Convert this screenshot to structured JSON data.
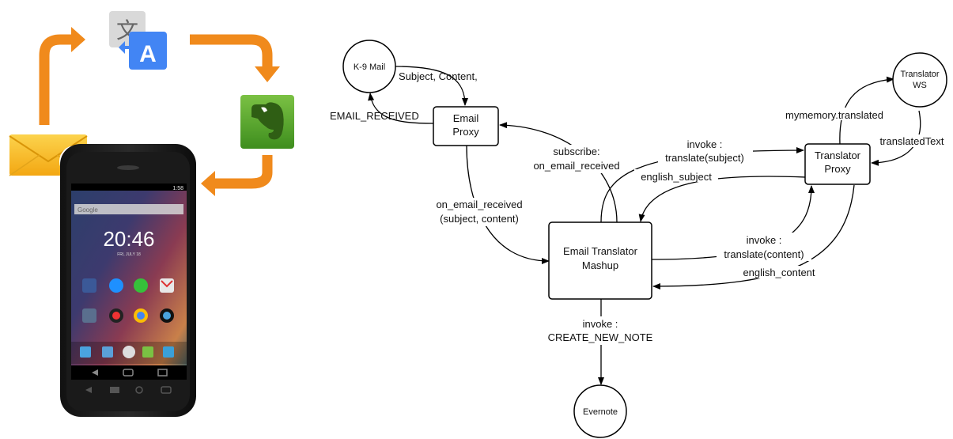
{
  "illustration": {
    "phone": {
      "clock": "20:46",
      "status_time": "1:58",
      "google_bar": "Google",
      "date": "FRI, JULY 18"
    },
    "translate_icon_glyphs": {
      "primary": "文",
      "secondary": "A"
    },
    "colors": {
      "arrow_orange": "#F08A1C",
      "translate_blue": "#4285F4",
      "translate_gray": "#D9D9D9",
      "evernote_green": "#5BA525",
      "mail_yellow": "#F9C32A",
      "alert_red": "#D32F2F"
    },
    "icons": [
      "mail-alert-icon",
      "google-translate-icon",
      "evernote-icon",
      "smartphone-icon"
    ]
  },
  "diagram": {
    "nodes": {
      "k9_mail": "K-9 Mail",
      "email_proxy": [
        "Email",
        "Proxy"
      ],
      "translator_ws": [
        "Translator",
        "WS"
      ],
      "translator_proxy": [
        "Translator",
        "Proxy"
      ],
      "mashup": [
        "Email Translator",
        "Mashup"
      ],
      "evernote": "Evernote"
    },
    "edges": {
      "subject_content": "Subject, Content,",
      "email_received": "EMAIL_RECEIVED",
      "subscribe": [
        "subscribe:",
        "on_email_received"
      ],
      "on_email_received": [
        "on_email_received",
        "(subject, content)"
      ],
      "invoke_subject": [
        "invoke :",
        "translate(subject)"
      ],
      "english_subject": "english_subject",
      "mymemory": "mymemory.translated",
      "translated_text": "translatedText",
      "invoke_content": [
        "invoke :",
        "translate(content)"
      ],
      "english_content": "english_content",
      "invoke_note": [
        "invoke :",
        "CREATE_NEW_NOTE"
      ]
    }
  }
}
